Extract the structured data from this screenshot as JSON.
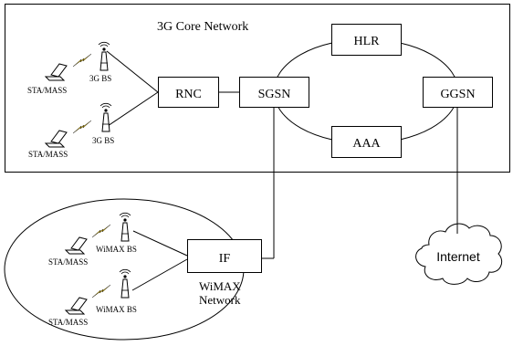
{
  "core_network": {
    "title": "3G Core Network"
  },
  "nodes": {
    "rnc": "RNC",
    "sgsn": "SGSN",
    "hlr": "HLR",
    "aaa": "AAA",
    "ggsn": "GGSN",
    "if": "IF"
  },
  "wimax_network": {
    "title_line1": "WiMAX",
    "title_line2": "Network"
  },
  "internet": "Internet",
  "stations": {
    "sta_top": "STA/MASS",
    "sta_mid": "STA/MASS",
    "sta_wimax_top": "STA/MASS",
    "sta_wimax_bottom": "STA/MASS"
  },
  "base_stations": {
    "bs_3g_top": "3G BS",
    "bs_3g_bottom": "3G BS",
    "bs_wimax_top": "WiMAX BS",
    "bs_wimax_bottom": "WiMAX BS"
  },
  "colors": {
    "lightning": "#ffd400",
    "stroke": "#000000"
  }
}
